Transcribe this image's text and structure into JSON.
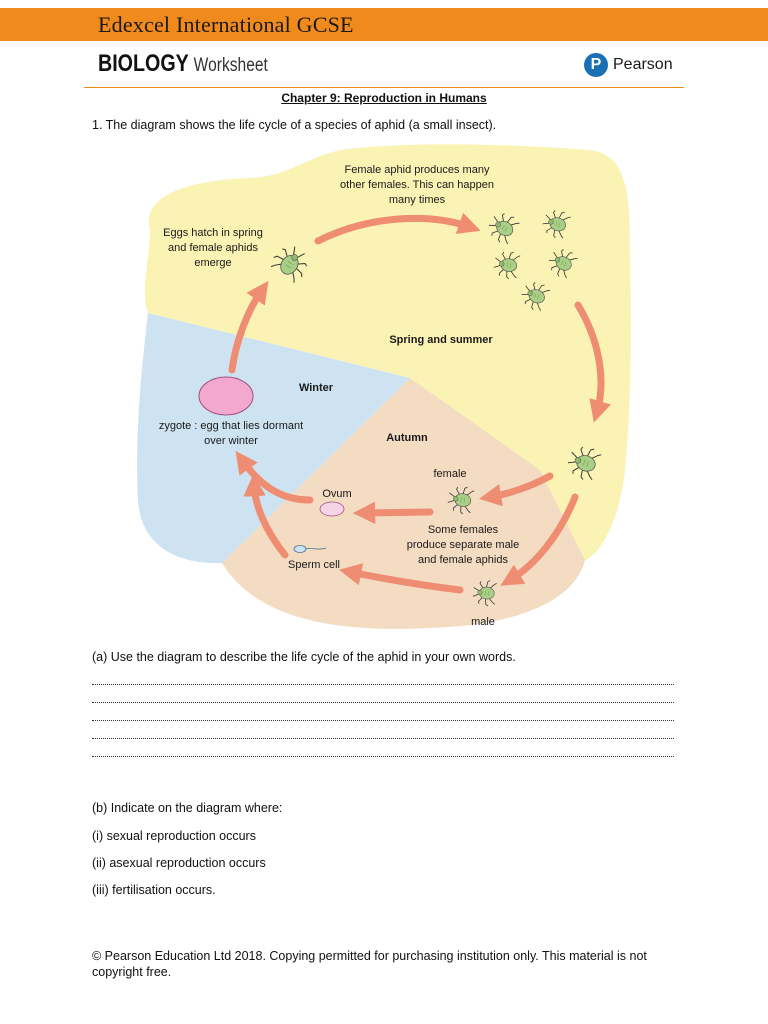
{
  "header": {
    "title": "Edexcel International GCSE",
    "subject": "BIOLOGY",
    "subject_suffix": "Worksheet",
    "logo_letter": "P",
    "logo_word": "Pearson"
  },
  "colors": {
    "header_bar": "#f08a1c",
    "spring_summer": "#fbf3b3",
    "winter": "#cde3f2",
    "autumn": "#f3dcc2",
    "arrow": "#ef8d72",
    "aphid": "#a9cf86",
    "zygote": "#f3a9cf"
  },
  "chapter_title": "Chapter 9: Reproduction in Humans",
  "question1": "1. The diagram shows the life cycle of a species of aphid (a small insect).",
  "diagram": {
    "seasons": {
      "spring_summer": "Spring and summer",
      "winter": "Winter",
      "autumn": "Autumn"
    },
    "labels": {
      "female_produces": [
        "Female aphid produces many",
        "other females. This can happen",
        "many times"
      ],
      "eggs_hatch": [
        "Eggs hatch in spring",
        "and female aphids",
        "emerge"
      ],
      "zygote": [
        "zygote : egg that lies dormant",
        "over winter"
      ],
      "female": "female",
      "ovum": "Ovum",
      "some_females": [
        "Some females",
        "produce separate male",
        "and female aphids"
      ],
      "sperm_cell": "Sperm cell",
      "male": "male"
    }
  },
  "question_a": "(a) Use the diagram to describe the life cycle of the aphid in your own words.",
  "question_b": "(b) Indicate on the diagram where:",
  "b_items": [
    "(i) sexual reproduction occurs",
    "(ii) asexual reproduction occurs",
    "(iii) fertilisation occurs."
  ],
  "footer": "© Pearson Education Ltd 2018. Copying permitted for purchasing institution only. This material is not copyright free."
}
